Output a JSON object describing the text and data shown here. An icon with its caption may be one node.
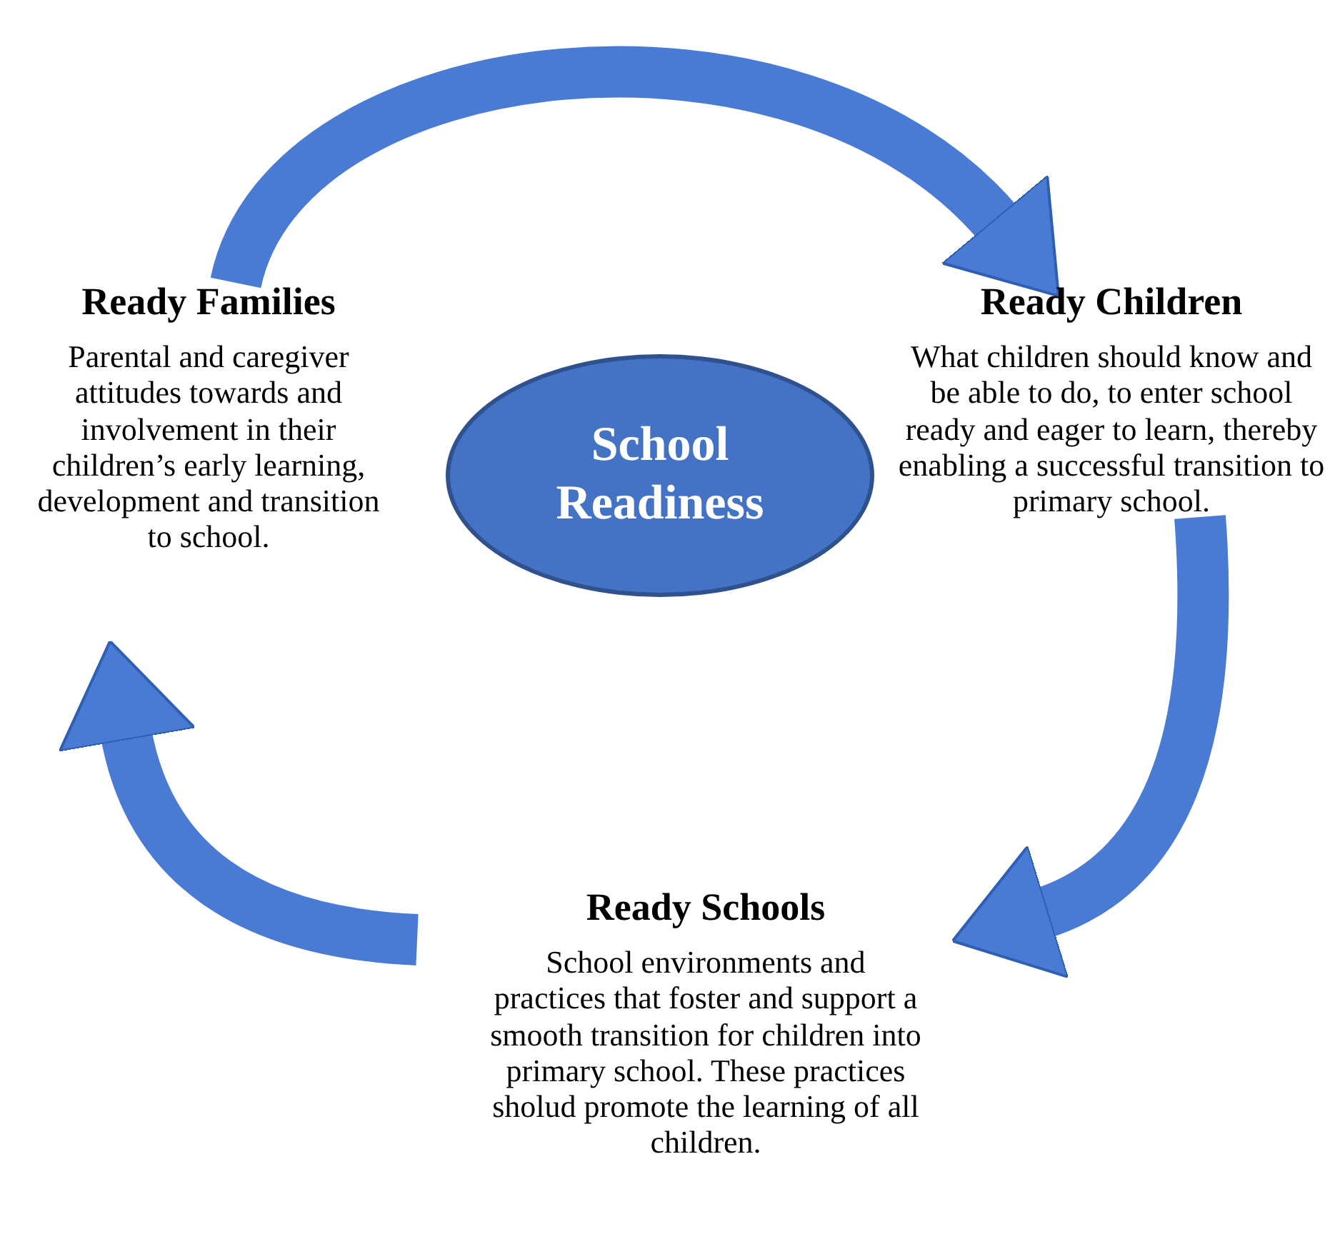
{
  "diagram": {
    "nodes": [
      {
        "text": [
          "School Readiness"
        ]
      },
      {
        "text": [
          "Ready Families",
          "Parental and caregiver attitudes towards and involvement in their children’s early learning, development and transition to school."
        ]
      },
      {
        "text": [
          "Ready Children",
          "What children should know and be able to do, to enter school ready and eager to learn, thereby enabling a successful transition to primary school."
        ]
      },
      {
        "text": [
          "Ready Schools",
          "School environments and practices that foster and support a smooth transition for children into primary school. These practices sholud promote the learning of all children."
        ]
      }
    ],
    "edges": [
      {
        "from": 1,
        "to": 2,
        "arrow": "to"
      },
      {
        "from": 2,
        "to": 3,
        "arrow": "to"
      },
      {
        "from": 3,
        "to": 1,
        "arrow": "to"
      }
    ]
  }
}
